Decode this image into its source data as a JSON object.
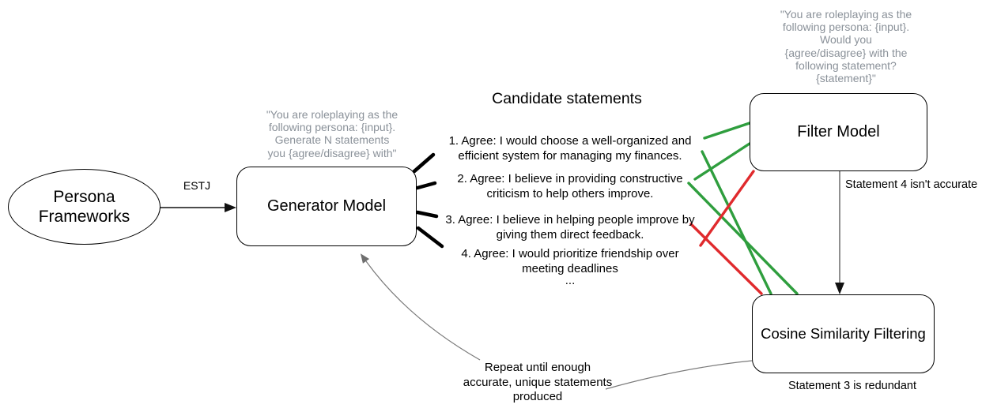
{
  "diagram": {
    "nodes": {
      "persona": "Persona Frameworks",
      "generator": "Generator Model",
      "filter": "Filter Model",
      "cosine": "Cosine Similarity Filtering"
    },
    "prompts": {
      "generator": [
        "\"You are roleplaying as the",
        "following persona: {input}.",
        "Generate N statements",
        "you {agree/disagree} with\""
      ],
      "filter": [
        "\"You are roleplaying as the",
        "following persona: {input}.",
        "Would you",
        "{agree/disagree} with the",
        "following statement?",
        "{statement}\""
      ]
    },
    "candidates": {
      "title": "Candidate statements",
      "statements": [
        [
          "1. Agree: I would choose a well-organized and",
          "efficient system for managing my finances."
        ],
        [
          "2. Agree: I believe in providing constructive",
          "criticism to help others improve."
        ],
        [
          "3. Agree: I believe in helping people improve by",
          "giving them direct feedback."
        ],
        [
          "4. Agree: I would prioritize friendship over",
          "meeting deadlines"
        ]
      ],
      "ellipsis": "..."
    },
    "labels": {
      "estj": "ESTJ",
      "filter_note": "Statement 4 isn't accurate",
      "cosine_note": "Statement 3 is redundant",
      "repeat_note": [
        "Repeat until enough",
        "accurate, unique statements",
        "produced"
      ]
    },
    "colors": {
      "accept_green": "#2f9e3e",
      "reject_red": "#e02a2d",
      "muted_gray_text": "#8a9199",
      "gray_line": "#7a7a7a",
      "black_line": "#111111"
    }
  }
}
